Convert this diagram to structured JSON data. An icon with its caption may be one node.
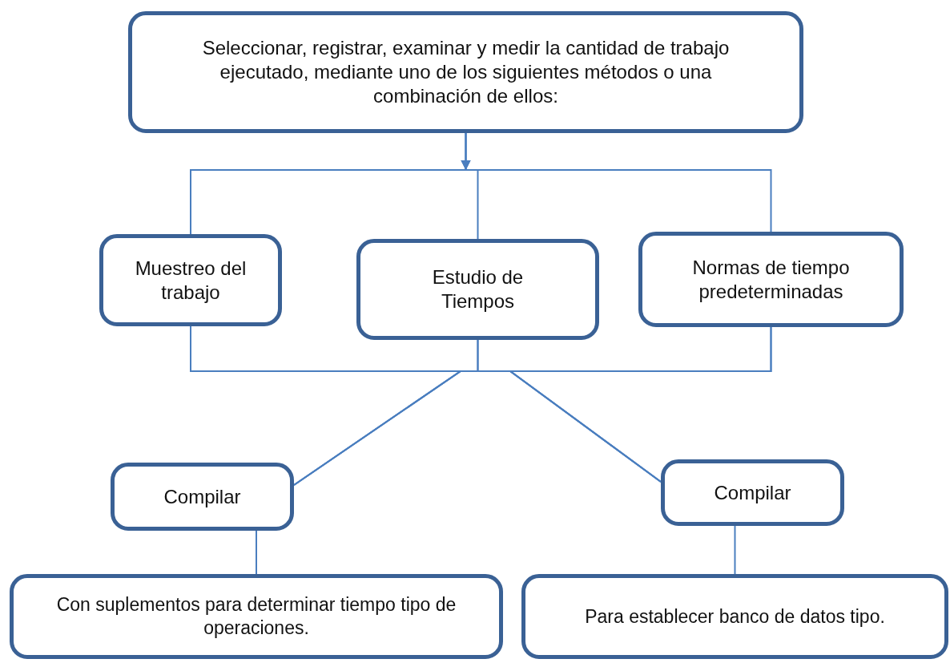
{
  "diagram": {
    "nodes": [
      {
        "text": [
          "Seleccionar, registrar, examinar y medir la cantidad de trabajo ejecutado, mediante uno de los siguientes métodos o una combinación de ellos:"
        ]
      },
      {
        "text": [
          "Muestreo del trabajo"
        ]
      },
      {
        "text": [
          "Estudio de Tiempos"
        ]
      },
      {
        "text": [
          "Normas de tiempo predeterminadas"
        ]
      },
      {
        "text": [
          "Compilar"
        ]
      },
      {
        "text": [
          "Compilar"
        ]
      },
      {
        "text": [
          "Con suplementos para determinar tiempo tipo de operaciones."
        ]
      },
      {
        "text": [
          "Para establecer banco de datos tipo."
        ]
      }
    ],
    "edges": [
      {
        "from": 0,
        "to": 1,
        "arrow": "to"
      },
      {
        "from": 0,
        "to": 2,
        "arrow": "to"
      },
      {
        "from": 0,
        "to": 3,
        "arrow": "to"
      },
      {
        "from": 1,
        "to": 4,
        "arrow": "none"
      },
      {
        "from": 1,
        "to": 5,
        "arrow": "none"
      },
      {
        "from": 2,
        "to": 4,
        "arrow": "none"
      },
      {
        "from": 2,
        "to": 5,
        "arrow": "none"
      },
      {
        "from": 3,
        "to": 4,
        "arrow": "none"
      },
      {
        "from": 3,
        "to": 5,
        "arrow": "none"
      },
      {
        "from": 4,
        "to": 6,
        "arrow": "none"
      },
      {
        "from": 5,
        "to": 7,
        "arrow": "none"
      }
    ]
  }
}
